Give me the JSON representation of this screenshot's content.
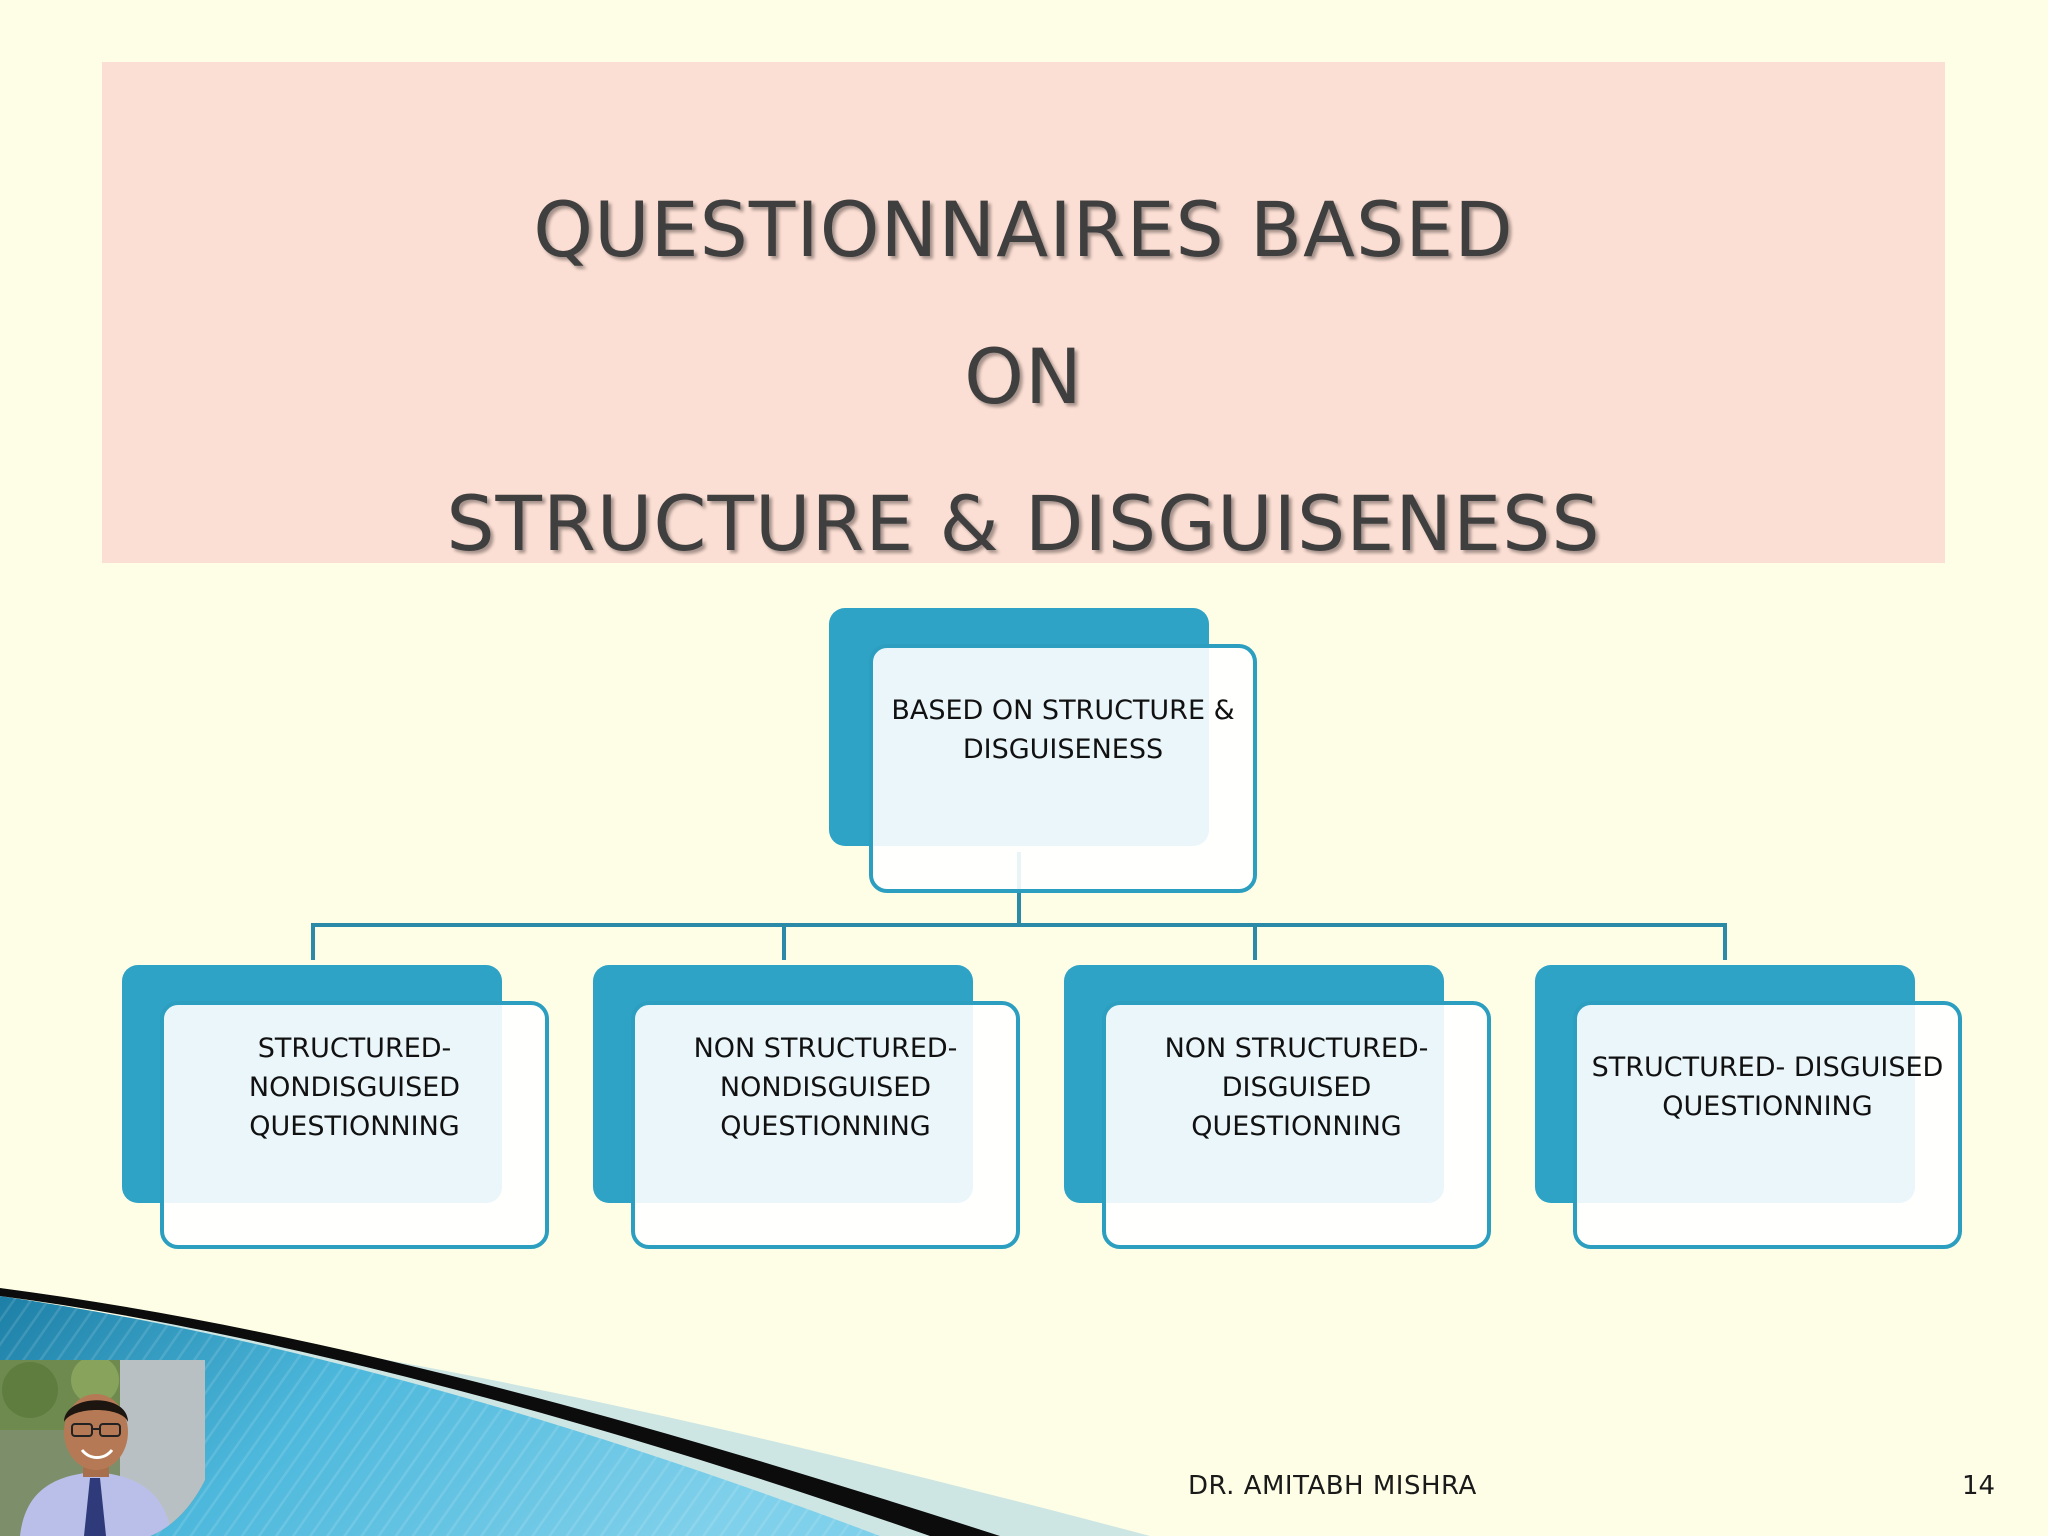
{
  "slide": {
    "title": {
      "line1": "QUESTIONNAIRES BASED",
      "line2": "ON",
      "line3": "STRUCTURE & DISGUISENESS"
    },
    "colors": {
      "background": "#fefee6",
      "title_banner": "#fcdfd4",
      "node_accent": "#2fa3c6",
      "connector": "#2a8aa8"
    },
    "diagram": {
      "root": {
        "label": "BASED ON STRUCTURE &\nDISGUISENESS"
      },
      "children": [
        {
          "label": "STRUCTURED-\nNONDISGUISED\nQUESTIONNING"
        },
        {
          "label": "NON STRUCTURED-\nNONDISGUISED\nQUESTIONNING"
        },
        {
          "label": "NON STRUCTURED-\nDISGUISED\nQUESTIONNING"
        },
        {
          "label": "STRUCTURED- DISGUISED\nQUESTIONNING"
        }
      ]
    },
    "footer": {
      "author": "DR. AMITABH MISHRA",
      "page_number": "14"
    },
    "presenter_photo_icon": "person-photo-icon"
  }
}
